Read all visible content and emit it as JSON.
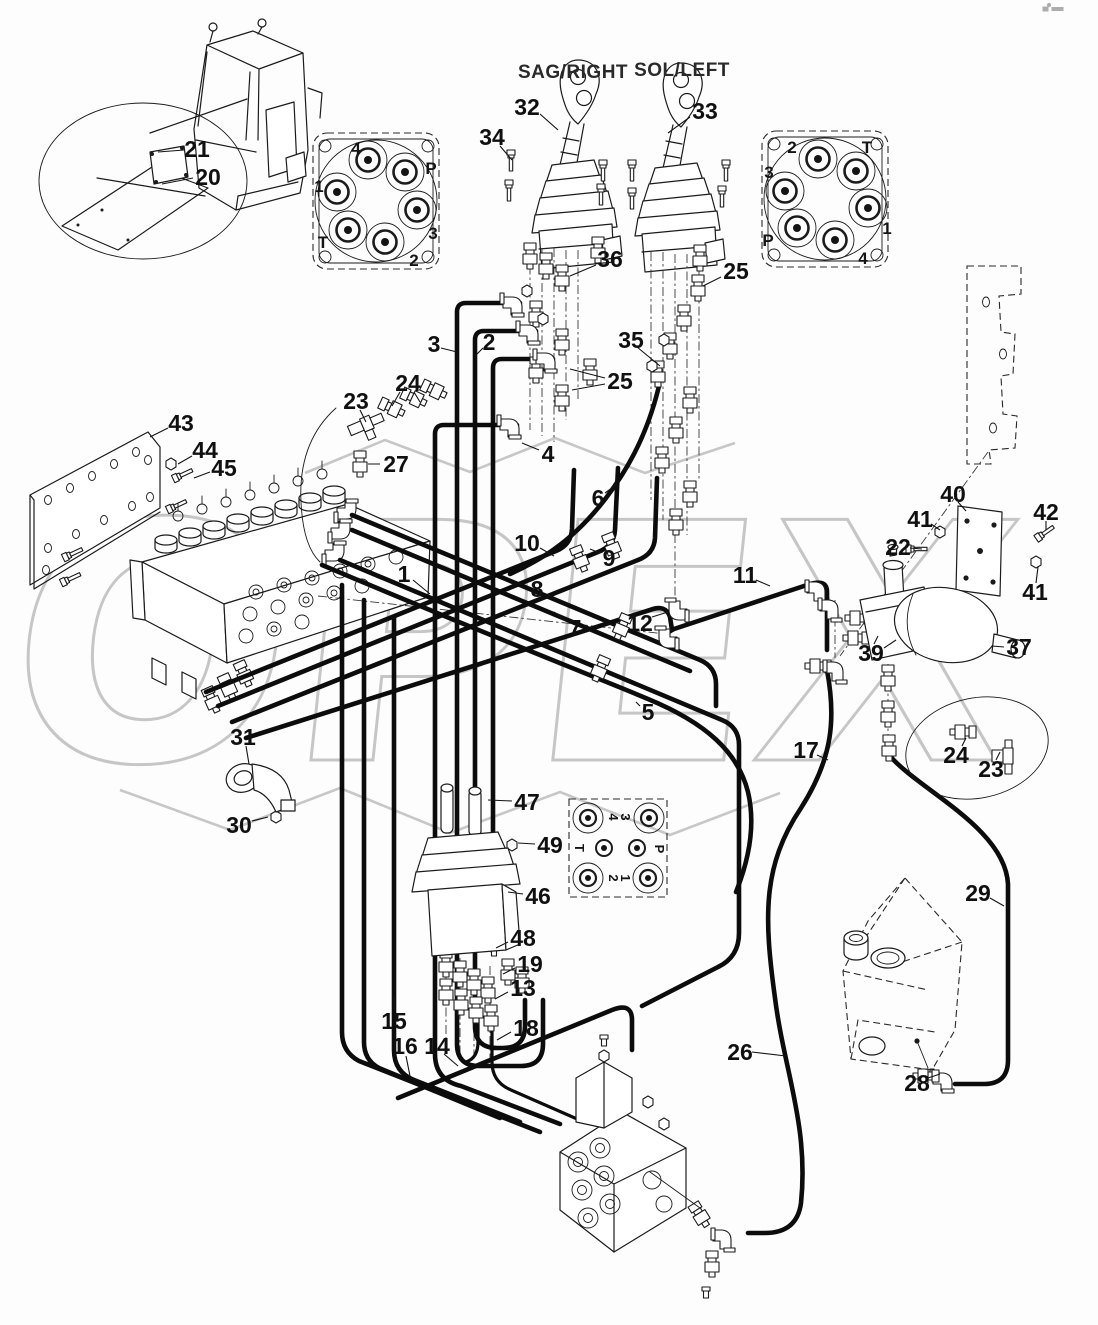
{
  "watermark": "OPEX",
  "titles": {
    "sag": "SAG/RIGHT",
    "sol": "SOL/LEFT"
  },
  "plate_left_ports": {
    "l1": "4",
    "l2": "P",
    "l3": "1",
    "l4": "3",
    "l5": "T",
    "l6": "2"
  },
  "plate_right_ports": {
    "r1": "2",
    "r2": "T",
    "r3": "3",
    "r4": "1",
    "r5": "P",
    "r6": "4"
  },
  "pilot_plate_ports": {
    "s1": "4",
    "s2": "3",
    "s3": "T",
    "s4": "P",
    "s5": "2",
    "s6": "1"
  },
  "callouts": {
    "c1": "1",
    "c2": "2",
    "c3": "3",
    "c4": "4",
    "c5": "5",
    "c6": "6",
    "c7": "7",
    "c8": "8",
    "c9": "9",
    "c10": "10",
    "c11": "11",
    "c12": "12",
    "c13": "13",
    "c14": "14",
    "c15": "15",
    "c16": "16",
    "c17": "17",
    "c18": "18",
    "c19": "19",
    "c20": "20",
    "c21": "21",
    "c22": "22",
    "c23a": "23",
    "c23b": "23",
    "c24a": "24",
    "c24b": "24",
    "c25a": "25",
    "c25b": "25",
    "c26": "26",
    "c27": "27",
    "c28": "28",
    "c29": "29",
    "c30": "30",
    "c31": "31",
    "c32": "32",
    "c33": "33",
    "c34": "34",
    "c35": "35",
    "c36": "36",
    "c37": "37",
    "c39": "39",
    "c40": "40",
    "c41a": "41",
    "c41b": "41",
    "c42": "42",
    "c43": "43",
    "c44": "44",
    "c45": "45",
    "c46": "46",
    "c47": "47",
    "c48": "48",
    "c49": "49"
  }
}
